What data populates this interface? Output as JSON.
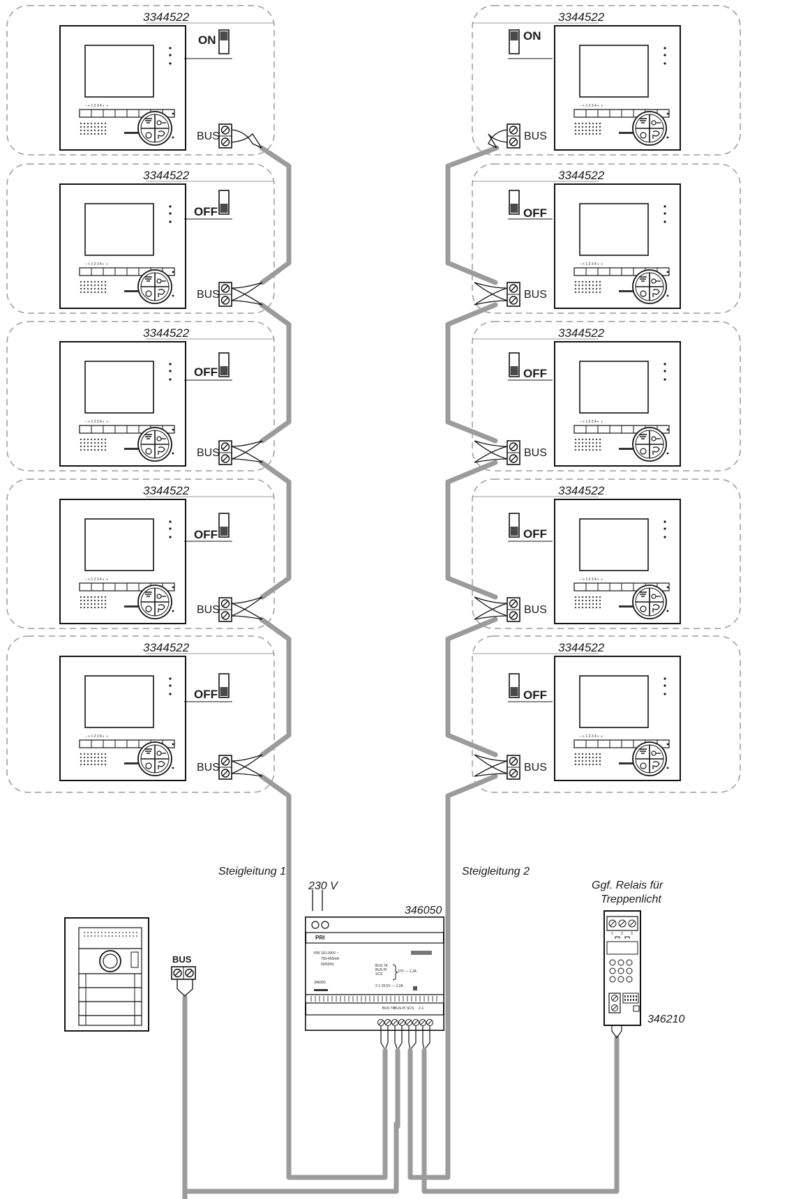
{
  "units": [
    {
      "side": "left",
      "model": "3344522",
      "switch": "ON",
      "bus": "BUS"
    },
    {
      "side": "left",
      "model": "3344522",
      "switch": "OFF",
      "bus": "BUS"
    },
    {
      "side": "left",
      "model": "3344522",
      "switch": "OFF",
      "bus": "BUS"
    },
    {
      "side": "left",
      "model": "3344522",
      "switch": "OFF",
      "bus": "BUS"
    },
    {
      "side": "left",
      "model": "3344522",
      "switch": "OFF",
      "bus": "BUS"
    },
    {
      "side": "right",
      "model": "3344522",
      "switch": "ON",
      "bus": "BUS"
    },
    {
      "side": "right",
      "model": "3344522",
      "switch": "OFF",
      "bus": "BUS"
    },
    {
      "side": "right",
      "model": "3344522",
      "switch": "OFF",
      "bus": "BUS"
    },
    {
      "side": "right",
      "model": "3344522",
      "switch": "OFF",
      "bus": "BUS"
    },
    {
      "side": "right",
      "model": "3344522",
      "switch": "OFF",
      "bus": "BUS"
    }
  ],
  "riser1": "Steigleitung 1",
  "riser2": "Steigleitung 2",
  "power_supply": {
    "model": "346050",
    "mains": "230 V",
    "pri_label": "PRI",
    "front_lines": [
      "PRI 110-240V ~",
      "750-450mA",
      "60/50Hz",
      "346050",
      "BUS TK",
      "BUS PI",
      "SCS",
      "27V --- 1,2A",
      "2-1 29,5V --- 1,2A"
    ],
    "terminal_labels": [
      "BUS TK",
      "BUS PI",
      "SCS",
      "2-1"
    ]
  },
  "door_station": {
    "bus": "BUS"
  },
  "relay": {
    "model": "346210",
    "caption_1": "Ggf. Relais für",
    "caption_2": "Treppenlicht",
    "contacts": [
      "1",
      "2",
      "3"
    ]
  },
  "monitor_keys": [
    "–",
    "+",
    "1",
    "2",
    "3",
    "4",
    "◐",
    "⭘"
  ],
  "colors": {
    "wire": "#9b9b9b",
    "line": "#1a1a1a",
    "dashed_box": "#9a9a9a",
    "switch_fill": "#4a4a4a"
  }
}
